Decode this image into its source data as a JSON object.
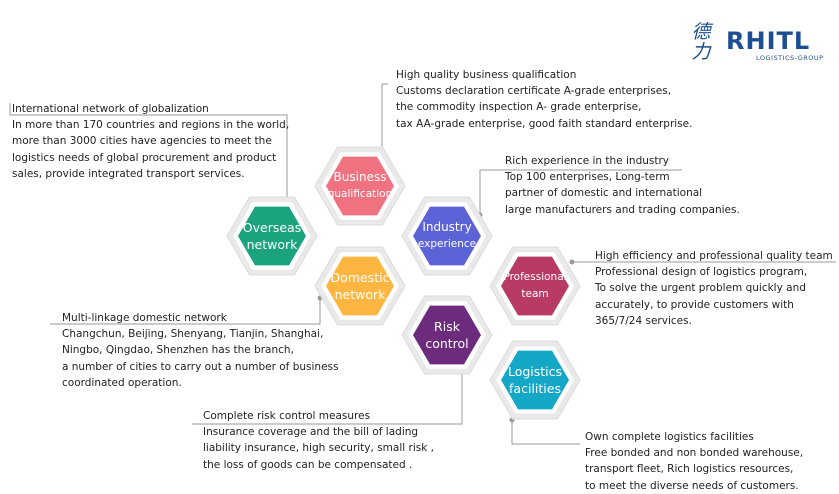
{
  "logo": {
    "chinese_text": "德力",
    "brand": "RHITL",
    "subtitle": "LOGISTICS-GROUP",
    "color": "#1d4e91"
  },
  "hexagons": [
    {
      "name": "overseas",
      "lines": [
        "Overseas",
        "network"
      ],
      "color": "#1aa37e"
    },
    {
      "name": "business",
      "lines": [
        "Business",
        "qualification"
      ],
      "color": "#f07280"
    },
    {
      "name": "industry",
      "lines": [
        "Industry",
        "experience"
      ],
      "color": "#5b63d6"
    },
    {
      "name": "domestic",
      "lines": [
        "Domestic",
        "network"
      ],
      "color": "#ffb640"
    },
    {
      "name": "professional",
      "lines": [
        "Professional",
        "team"
      ],
      "color": "#b83b66"
    },
    {
      "name": "risk",
      "lines": [
        "Risk",
        "control"
      ],
      "color": "#6c2b7d"
    },
    {
      "name": "logistics",
      "lines": [
        "Logistics",
        "facilities"
      ],
      "color": "#14a8c6"
    }
  ],
  "blocks": {
    "international": {
      "title": "International network of globalization",
      "lines": [
        "In more than 170 countries and regions in the world,",
        "more than 3000 cities have agencies to meet the",
        "logistics needs of global procurement and product",
        "sales, provide integrated transport services."
      ]
    },
    "qualification": {
      "title": "High quality business qualification",
      "lines": [
        "Customs declaration certificate A-grade enterprises,",
        "the commodity inspection A- grade enterprise,",
        "tax AA-grade enterprise, good faith standard enterprise."
      ]
    },
    "experience": {
      "title": "Rich experience in the industry",
      "lines": [
        "Top 100 enterprises, Long-term",
        "partner of domestic and international",
        "large manufacturers and trading companies."
      ]
    },
    "team": {
      "title": "High efficiency and professional quality team",
      "lines": [
        "Professional design of logistics program,",
        "To solve the urgent problem quickly and",
        "accurately, to provide customers with",
        "365/7/24 services."
      ]
    },
    "domestic": {
      "title": "Multi-linkage domestic network",
      "lines": [
        "Changchun, Beijing, Shenyang, Tianjin, Shanghai,",
        "Ningbo, Qingdao, Shenzhen has the branch,",
        "a number of cities to carry out a number of business",
        "coordinated operation."
      ]
    },
    "risk": {
      "title": "Complete risk control measures",
      "lines": [
        "Insurance coverage and the bill of lading",
        "liability insurance, high security, small risk ,",
        "the loss of goods can be compensated ."
      ]
    },
    "facilities": {
      "title": "Own complete logistics facilities",
      "lines": [
        "Free bonded and non bonded warehouse,",
        "transport fleet, Rich logistics resources,",
        "to meet the diverse needs of customers."
      ]
    }
  }
}
